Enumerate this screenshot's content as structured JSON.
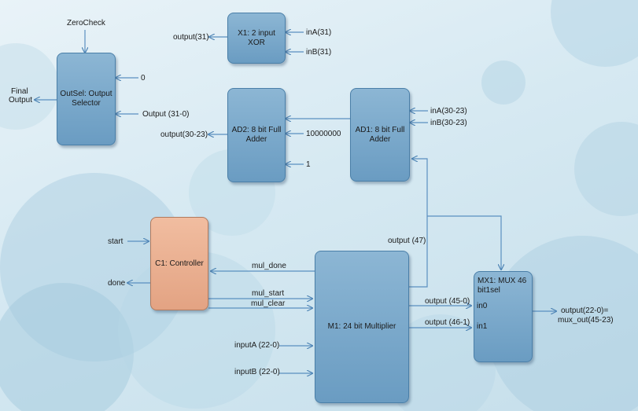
{
  "blocks": {
    "xor": "X1: 2 input XOR",
    "outsel": "OutSel: Output Selector",
    "ad2": "AD2: 8 bit Full Adder",
    "ad1": "AD1: 8 bit Full Adder",
    "controller": "C1: Controller",
    "multiplier": "M1: 24 bit Multiplier",
    "mux": "MX1: MUX 46 bit1sel"
  },
  "labels": {
    "zerocheck": "ZeroCheck",
    "final_output_1": "Final",
    "final_output_2": "Output",
    "outsel_in0": "0",
    "outsel_in1": "Output (31-0)",
    "xor_out": "output(31)",
    "xor_inA": "inA(31)",
    "xor_inB": "inB(31)",
    "ad2_out": "output(30-23)",
    "ad2_const": "10000000",
    "ad2_one": "1",
    "ad1_inA": "inA(30-23)",
    "ad1_inB": "inB(30-23)",
    "start": "start",
    "done": "done",
    "mul_done": "mul_done",
    "mul_start": "mul_start",
    "mul_clear": "mul_clear",
    "inputA": "inputA (22-0)",
    "inputB": "inputB (22-0)",
    "output47": "output (47)",
    "output45_0": "output (45-0)",
    "output46_1": "output (46-1)",
    "in0": "in0",
    "in1": "in1",
    "mux_out_1": "output(22-0)=",
    "mux_out_2": "mux_out(45-23)"
  }
}
